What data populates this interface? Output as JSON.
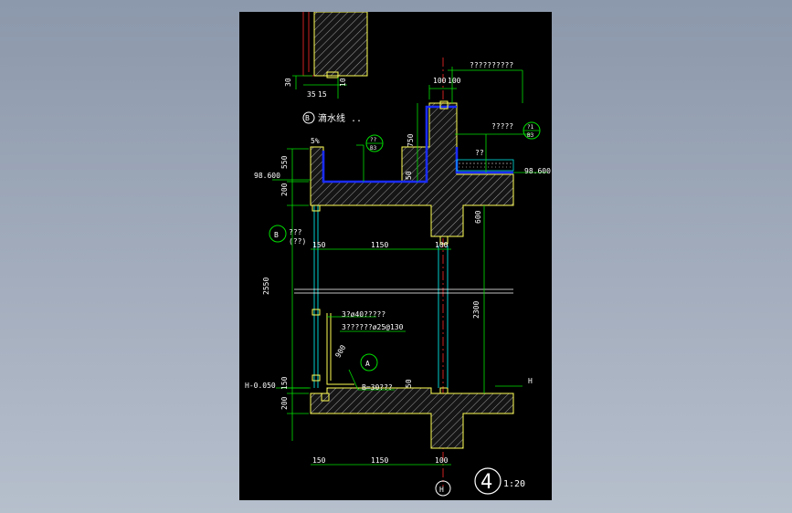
{
  "drawing": {
    "scale_number": "4",
    "scale_text": "1:20",
    "axis_b_label": "B",
    "axis_b_sub": "???",
    "axis_b_sub2": "(??)",
    "axis_a_label": "A",
    "axis_h_label": "H",
    "drip_label": "B",
    "drip_text": "滴水线 ..",
    "ref1_top": "??",
    "ref1_bottom": "B3",
    "ref2_top": "?1",
    "ref2_bottom": "B3",
    "note_top_right": "??????????",
    "note_waterproof": "?????",
    "note_question": "??",
    "note_rebar_1": "3?ø40?????",
    "note_rebar_2": "3??????ø25@130",
    "note_slope": "B=30???",
    "elev_left": "98.600",
    "elev_right": "98.600",
    "elev_h": "H-0.050",
    "elev_h_right": "H",
    "label_50": "50",
    "label_5": "5%",
    "dims": {
      "d30": "30",
      "d35": "35",
      "d15": "15",
      "d10": "10",
      "d100a": "100",
      "d100b": "100",
      "d750": "750",
      "d50": "50",
      "d550": "550",
      "d200": "200",
      "d600": "600",
      "d150": "150",
      "d1150": "1150",
      "d100c": "100",
      "d2550": "2550",
      "d2300": "2300",
      "d900": "900",
      "d50b": "50",
      "d150b": "150",
      "d200b": "200",
      "d150c": "150",
      "d1150b": "1150",
      "d100d": "100"
    }
  }
}
